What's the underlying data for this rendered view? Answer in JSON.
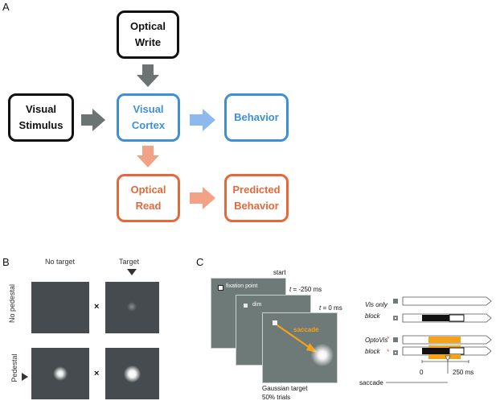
{
  "panel_a": {
    "label": "A",
    "optical_write": [
      "Optical",
      "Write"
    ],
    "visual_stimulus": [
      "Visual",
      "Stimulus"
    ],
    "visual_cortex": [
      "Visual",
      "Cortex"
    ],
    "behavior": "Behavior",
    "optical_read": [
      "Optical",
      "Read"
    ],
    "predicted_behavior": [
      "Predicted",
      "Behavior"
    ],
    "colors": {
      "black": "#111111",
      "blue": "#3f8fd8",
      "orange": "#e8673a",
      "arrow_gray": "#6b7472",
      "arrow_blue": "#8db9ec",
      "arrow_orange": "#f2a386"
    }
  },
  "panel_b": {
    "label": "B",
    "col_no_target": "No target",
    "col_target": "Target",
    "row_no_pedestal": "No pedestal",
    "row_pedestal": "Pedestal",
    "cross": "×"
  },
  "panel_c": {
    "label": "C",
    "start": "start",
    "fixation_point": "fixation point",
    "t_minus": "= -250 ms",
    "t_zero": "= 0 ms",
    "t_symbol": "t",
    "dim": "dim",
    "saccade_label": "saccade",
    "gaussian_target": "Gaussian target",
    "trials": "50% trials",
    "vis_only": [
      "Vis only",
      "block"
    ],
    "optovis": [
      "OptoVis",
      "block"
    ],
    "star": "*",
    "axis_zero": "0",
    "axis_250": "250 ms",
    "saccade_axis": "saccade",
    "colors": {
      "orange": "#f5a21b",
      "gray": "#6e7a78"
    }
  }
}
